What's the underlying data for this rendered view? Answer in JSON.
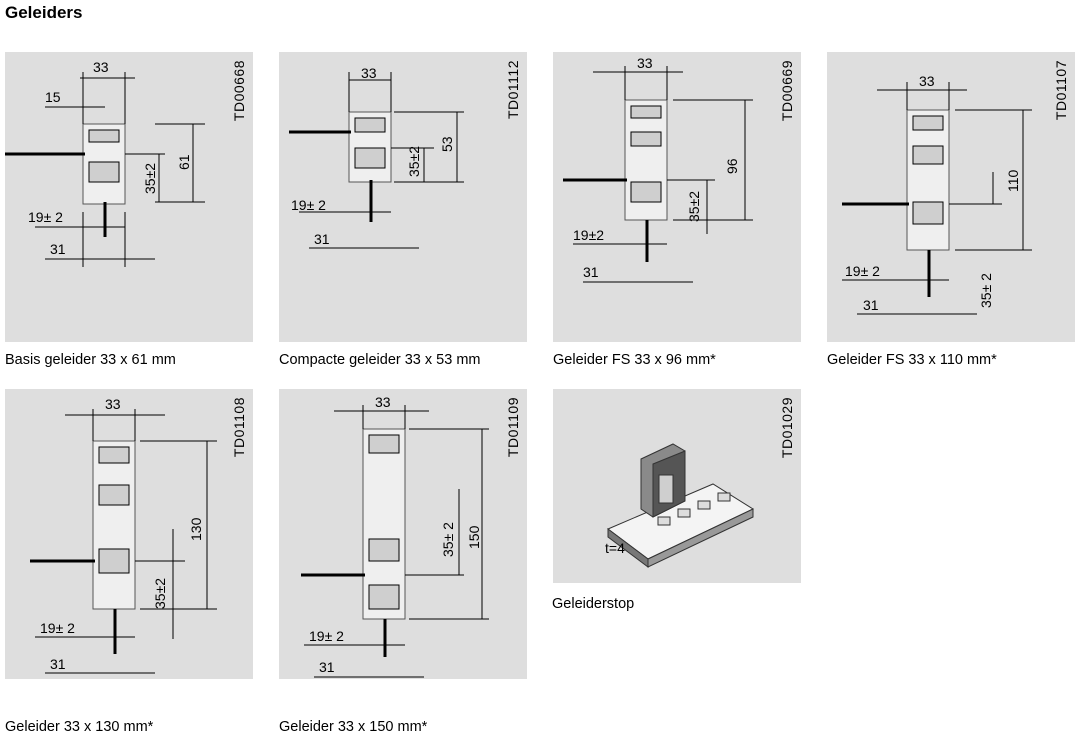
{
  "heading": "Geleiders",
  "panels": [
    {
      "code": "TD00668",
      "caption": "Basis geleider 33 x 61 mm",
      "dims": [
        "33",
        "15",
        "61",
        "35±2",
        "19± 2",
        "31"
      ]
    },
    {
      "code": "TD01112",
      "caption": "Compacte geleider 33 x 53 mm",
      "dims": [
        "33",
        "53",
        "35±2",
        "19± 2",
        "31"
      ]
    },
    {
      "code": "TD00669",
      "caption": "Geleider FS 33 x 96 mm*",
      "dims": [
        "33",
        "96",
        "35±2",
        "19±2",
        "31"
      ]
    },
    {
      "code": "TD01107",
      "caption": "Geleider FS 33 x 110 mm*",
      "dims": [
        "33",
        "110",
        "19± 2",
        "35± 2",
        "31"
      ]
    },
    {
      "code": "TD01108",
      "caption": "Geleider 33 x 130 mm*",
      "dims": [
        "33",
        "130",
        "35±2",
        "19± 2",
        "31"
      ]
    },
    {
      "code": "TD01109",
      "caption": "Geleider 33 x 150 mm*",
      "dims": [
        "33",
        "35± 2",
        "150",
        "19± 2",
        "31"
      ]
    },
    {
      "code": "TD01029",
      "caption": "Geleiderstop",
      "dims": [
        "t=4"
      ]
    }
  ]
}
